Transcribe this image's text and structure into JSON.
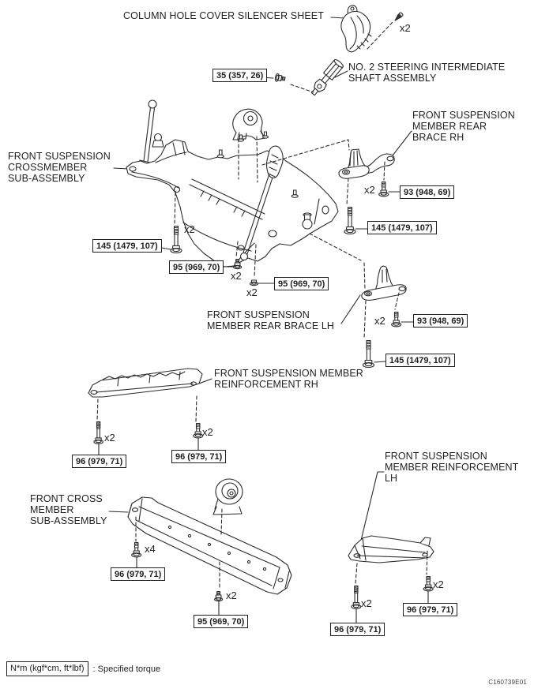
{
  "figure": {
    "code": "C160739E01"
  },
  "legend": {
    "torque_unit_box": "N*m (kgf*cm, ft*lbf)",
    "description": ": Specified torque"
  },
  "part_labels": {
    "silencer_sheet": {
      "lines": [
        "COLUMN HOLE COVER SILENCER SHEET"
      ]
    },
    "steering_shaft": {
      "lines": [
        "NO. 2 STEERING INTERMEDIATE",
        "SHAFT ASSEMBLY"
      ]
    },
    "rear_brace_rh": {
      "lines": [
        "FRONT SUSPENSION",
        "MEMBER REAR",
        "BRACE RH"
      ]
    },
    "crossmember": {
      "lines": [
        "FRONT SUSPENSION",
        "CROSSMEMBER",
        "SUB-ASSEMBLY"
      ]
    },
    "rear_brace_lh": {
      "lines": [
        "FRONT SUSPENSION",
        "MEMBER REAR BRACE LH"
      ]
    },
    "reinforcement_rh": {
      "lines": [
        "FRONT SUSPENSION MEMBER",
        "REINFORCEMENT RH"
      ]
    },
    "front_cross_member": {
      "lines": [
        "FRONT CROSS",
        "MEMBER",
        "SUB-ASSEMBLY"
      ]
    },
    "reinforcement_lh": {
      "lines": [
        "FRONT SUSPENSION",
        "MEMBER REINFORCEMENT",
        "LH"
      ]
    }
  },
  "torque_callouts": [
    {
      "value": "35 (357, 26)"
    },
    {
      "value": "145 (1479, 107)"
    },
    {
      "value": "95 (969, 70)"
    },
    {
      "value": "95 (969, 70)"
    },
    {
      "value": "93 (948, 69)"
    },
    {
      "value": "145 (1479, 107)"
    },
    {
      "value": "93 (948, 69)"
    },
    {
      "value": "145 (1479, 107)"
    },
    {
      "value": "96 (979, 71)"
    },
    {
      "value": "96 (979, 71)"
    },
    {
      "value": "96 (979, 71)"
    },
    {
      "value": "95 (969, 70)"
    },
    {
      "value": "96 (979, 71)"
    },
    {
      "value": "96 (979, 71)"
    }
  ],
  "quantity_labels": [
    {
      "text": "x2"
    },
    {
      "text": "x2"
    },
    {
      "text": "x2"
    },
    {
      "text": "x2"
    },
    {
      "text": "x2"
    },
    {
      "text": "x2"
    },
    {
      "text": "x2"
    },
    {
      "text": "x2"
    },
    {
      "text": "x4"
    },
    {
      "text": "x2"
    },
    {
      "text": "x2"
    },
    {
      "text": "x2"
    }
  ]
}
